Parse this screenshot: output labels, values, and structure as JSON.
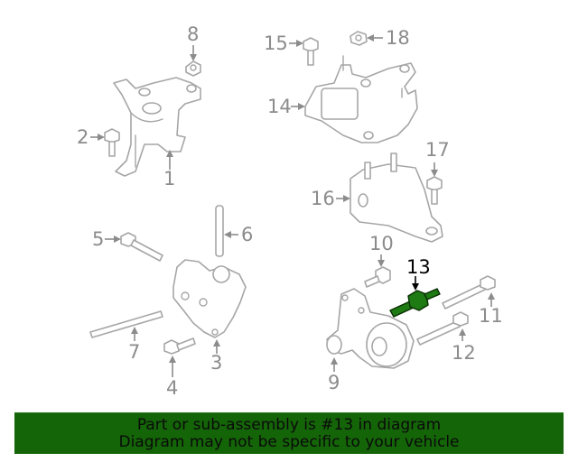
{
  "diagram": {
    "highlighted_part": "13",
    "highlight_color": "#1e7a12",
    "callouts": [
      {
        "id": "1",
        "label": "1"
      },
      {
        "id": "2",
        "label": "2"
      },
      {
        "id": "3",
        "label": "3"
      },
      {
        "id": "4",
        "label": "4"
      },
      {
        "id": "5",
        "label": "5"
      },
      {
        "id": "6",
        "label": "6"
      },
      {
        "id": "7",
        "label": "7"
      },
      {
        "id": "8",
        "label": "8"
      },
      {
        "id": "9",
        "label": "9"
      },
      {
        "id": "10",
        "label": "10"
      },
      {
        "id": "11",
        "label": "11"
      },
      {
        "id": "12",
        "label": "12"
      },
      {
        "id": "13",
        "label": "13"
      },
      {
        "id": "14",
        "label": "14"
      },
      {
        "id": "15",
        "label": "15"
      },
      {
        "id": "16",
        "label": "16"
      },
      {
        "id": "17",
        "label": "17"
      },
      {
        "id": "18",
        "label": "18"
      }
    ]
  },
  "banner": {
    "line1": "Part or sub-assembly is #13 in diagram",
    "line2": "Diagram may not be specific to your vehicle",
    "background": "#146408"
  }
}
